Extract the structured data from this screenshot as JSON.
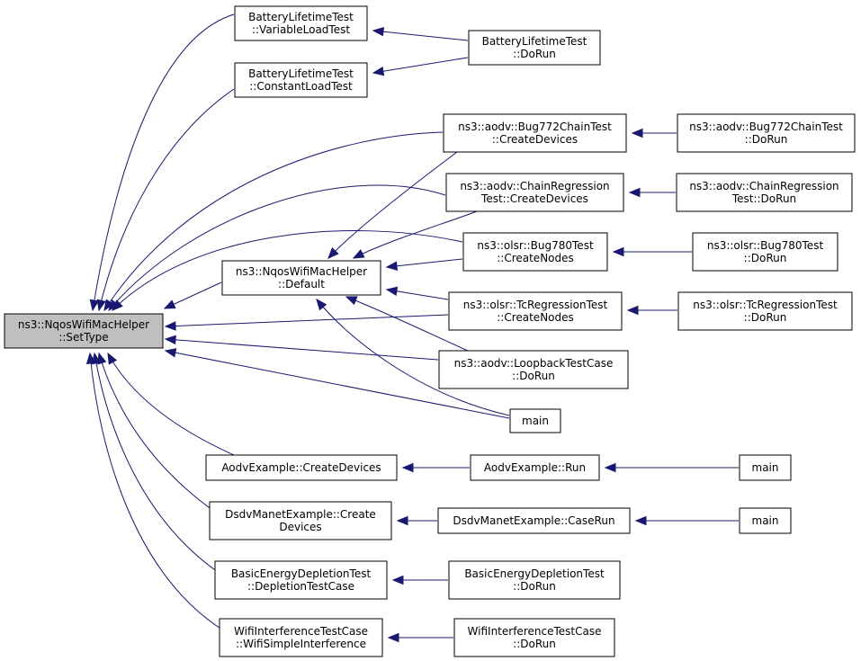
{
  "colors": {
    "edge": "#191970",
    "root_fill": "#bfbfbf",
    "node_fill": "#ffffff",
    "border": "#000000"
  },
  "nodes": {
    "root": [
      "ns3::NqosWifiMacHelper",
      "::SetType"
    ],
    "default": [
      "ns3::NqosWifiMacHelper",
      "::Default"
    ],
    "blt_var": [
      "BatteryLifetimeTest",
      "::VariableLoadTest"
    ],
    "blt_const": [
      "BatteryLifetimeTest",
      "::ConstantLoadTest"
    ],
    "blt_run": [
      "BatteryLifetimeTest",
      "::DoRun"
    ],
    "bug772_cd": [
      "ns3::aodv::Bug772ChainTest",
      "::CreateDevices"
    ],
    "bug772_run": [
      "ns3::aodv::Bug772ChainTest",
      "::DoRun"
    ],
    "chain_cd": [
      "ns3::aodv::ChainRegression",
      "Test::CreateDevices"
    ],
    "chain_run": [
      "ns3::aodv::ChainRegression",
      "Test::DoRun"
    ],
    "bug780_cn": [
      "ns3::olsr::Bug780Test",
      "::CreateNodes"
    ],
    "bug780_run": [
      "ns3::olsr::Bug780Test",
      "::DoRun"
    ],
    "tcreg_cn": [
      "ns3::olsr::TcRegressionTest",
      "::CreateNodes"
    ],
    "tcreg_run": [
      "ns3::olsr::TcRegressionTest",
      "::DoRun"
    ],
    "loopback": [
      "ns3::aodv::LoopbackTestCase",
      "::DoRun"
    ],
    "main1": [
      "main"
    ],
    "aodv_cd": [
      "AodvExample::CreateDevices"
    ],
    "aodv_run": [
      "AodvExample::Run"
    ],
    "main2": [
      "main"
    ],
    "dsdv_cd": [
      "DsdvManetExample::Create",
      "Devices"
    ],
    "dsdv_run": [
      "DsdvManetExample::CaseRun"
    ],
    "main3": [
      "main"
    ],
    "bed_dtc": [
      "BasicEnergyDepletionTest",
      "::DepletionTestCase"
    ],
    "bed_run": [
      "BasicEnergyDepletionTest",
      "::DoRun"
    ],
    "wit_wsi": [
      "WifiInterferenceTestCase",
      "::WifiSimpleInterference"
    ],
    "wit_run": [
      "WifiInterferenceTestCase",
      "::DoRun"
    ]
  }
}
